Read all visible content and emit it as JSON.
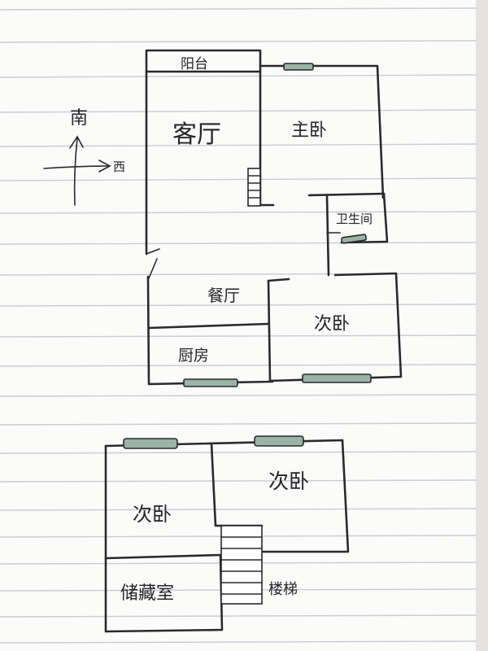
{
  "compass": {
    "south": "南",
    "west": "西"
  },
  "floor_1": {
    "balcony": "阳台",
    "living_room": "客厅",
    "master_bedroom": "主卧",
    "bathroom": "卫生间",
    "dining_room": "餐厅",
    "kitchen": "厨房",
    "second_bedroom": "次卧"
  },
  "floor_2": {
    "bedroom_left": "次卧",
    "bedroom_right": "次卧",
    "storage_room": "储藏室",
    "staircase": "楼梯"
  }
}
